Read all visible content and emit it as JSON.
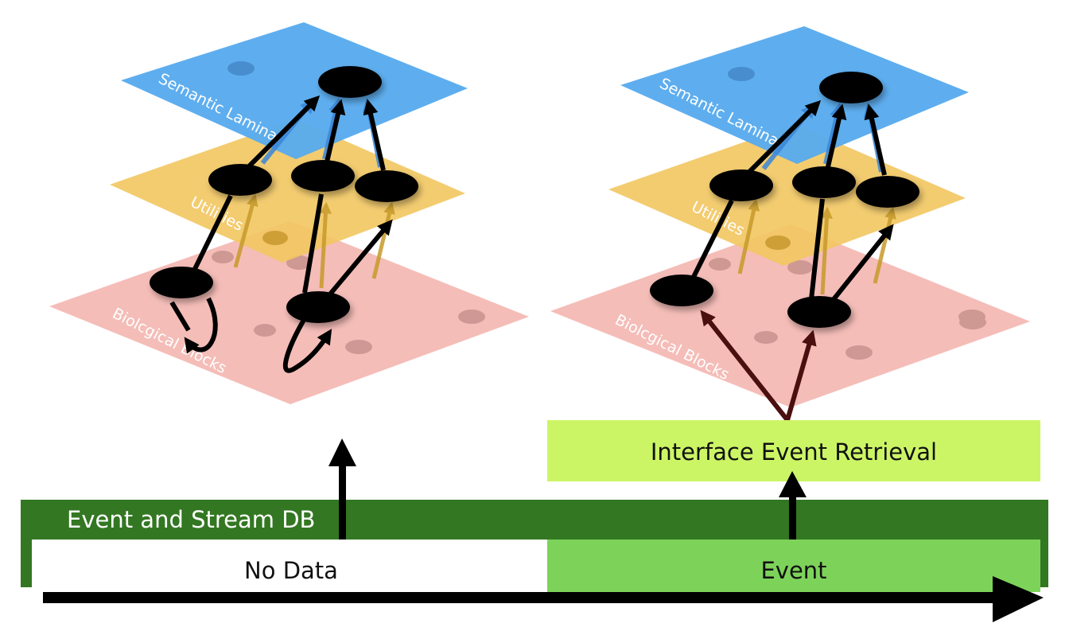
{
  "left_stack": {
    "semantic_label": "Semantic  Lamina",
    "utilities_label": "Utilities",
    "biological_label": "Biolcgical Blocks"
  },
  "right_stack": {
    "semantic_label": "Semantic  Lamina",
    "utilities_label": "Utilities",
    "biological_label": "Biolcgical Blocks"
  },
  "retrieval_box": {
    "label": "Interface Event Retrieval"
  },
  "database": {
    "title": "Event and Stream DB",
    "segments": [
      {
        "label": "No Data"
      },
      {
        "label": "Event"
      }
    ]
  },
  "colors": {
    "semantic": "#55aaee",
    "utilities": "#f2c660",
    "biological": "#f4b9b4",
    "db_band": "#337722",
    "event_segment": "#7dd35a",
    "retrieval_box": "#ccf566",
    "event_arrow": "#4a1010"
  }
}
